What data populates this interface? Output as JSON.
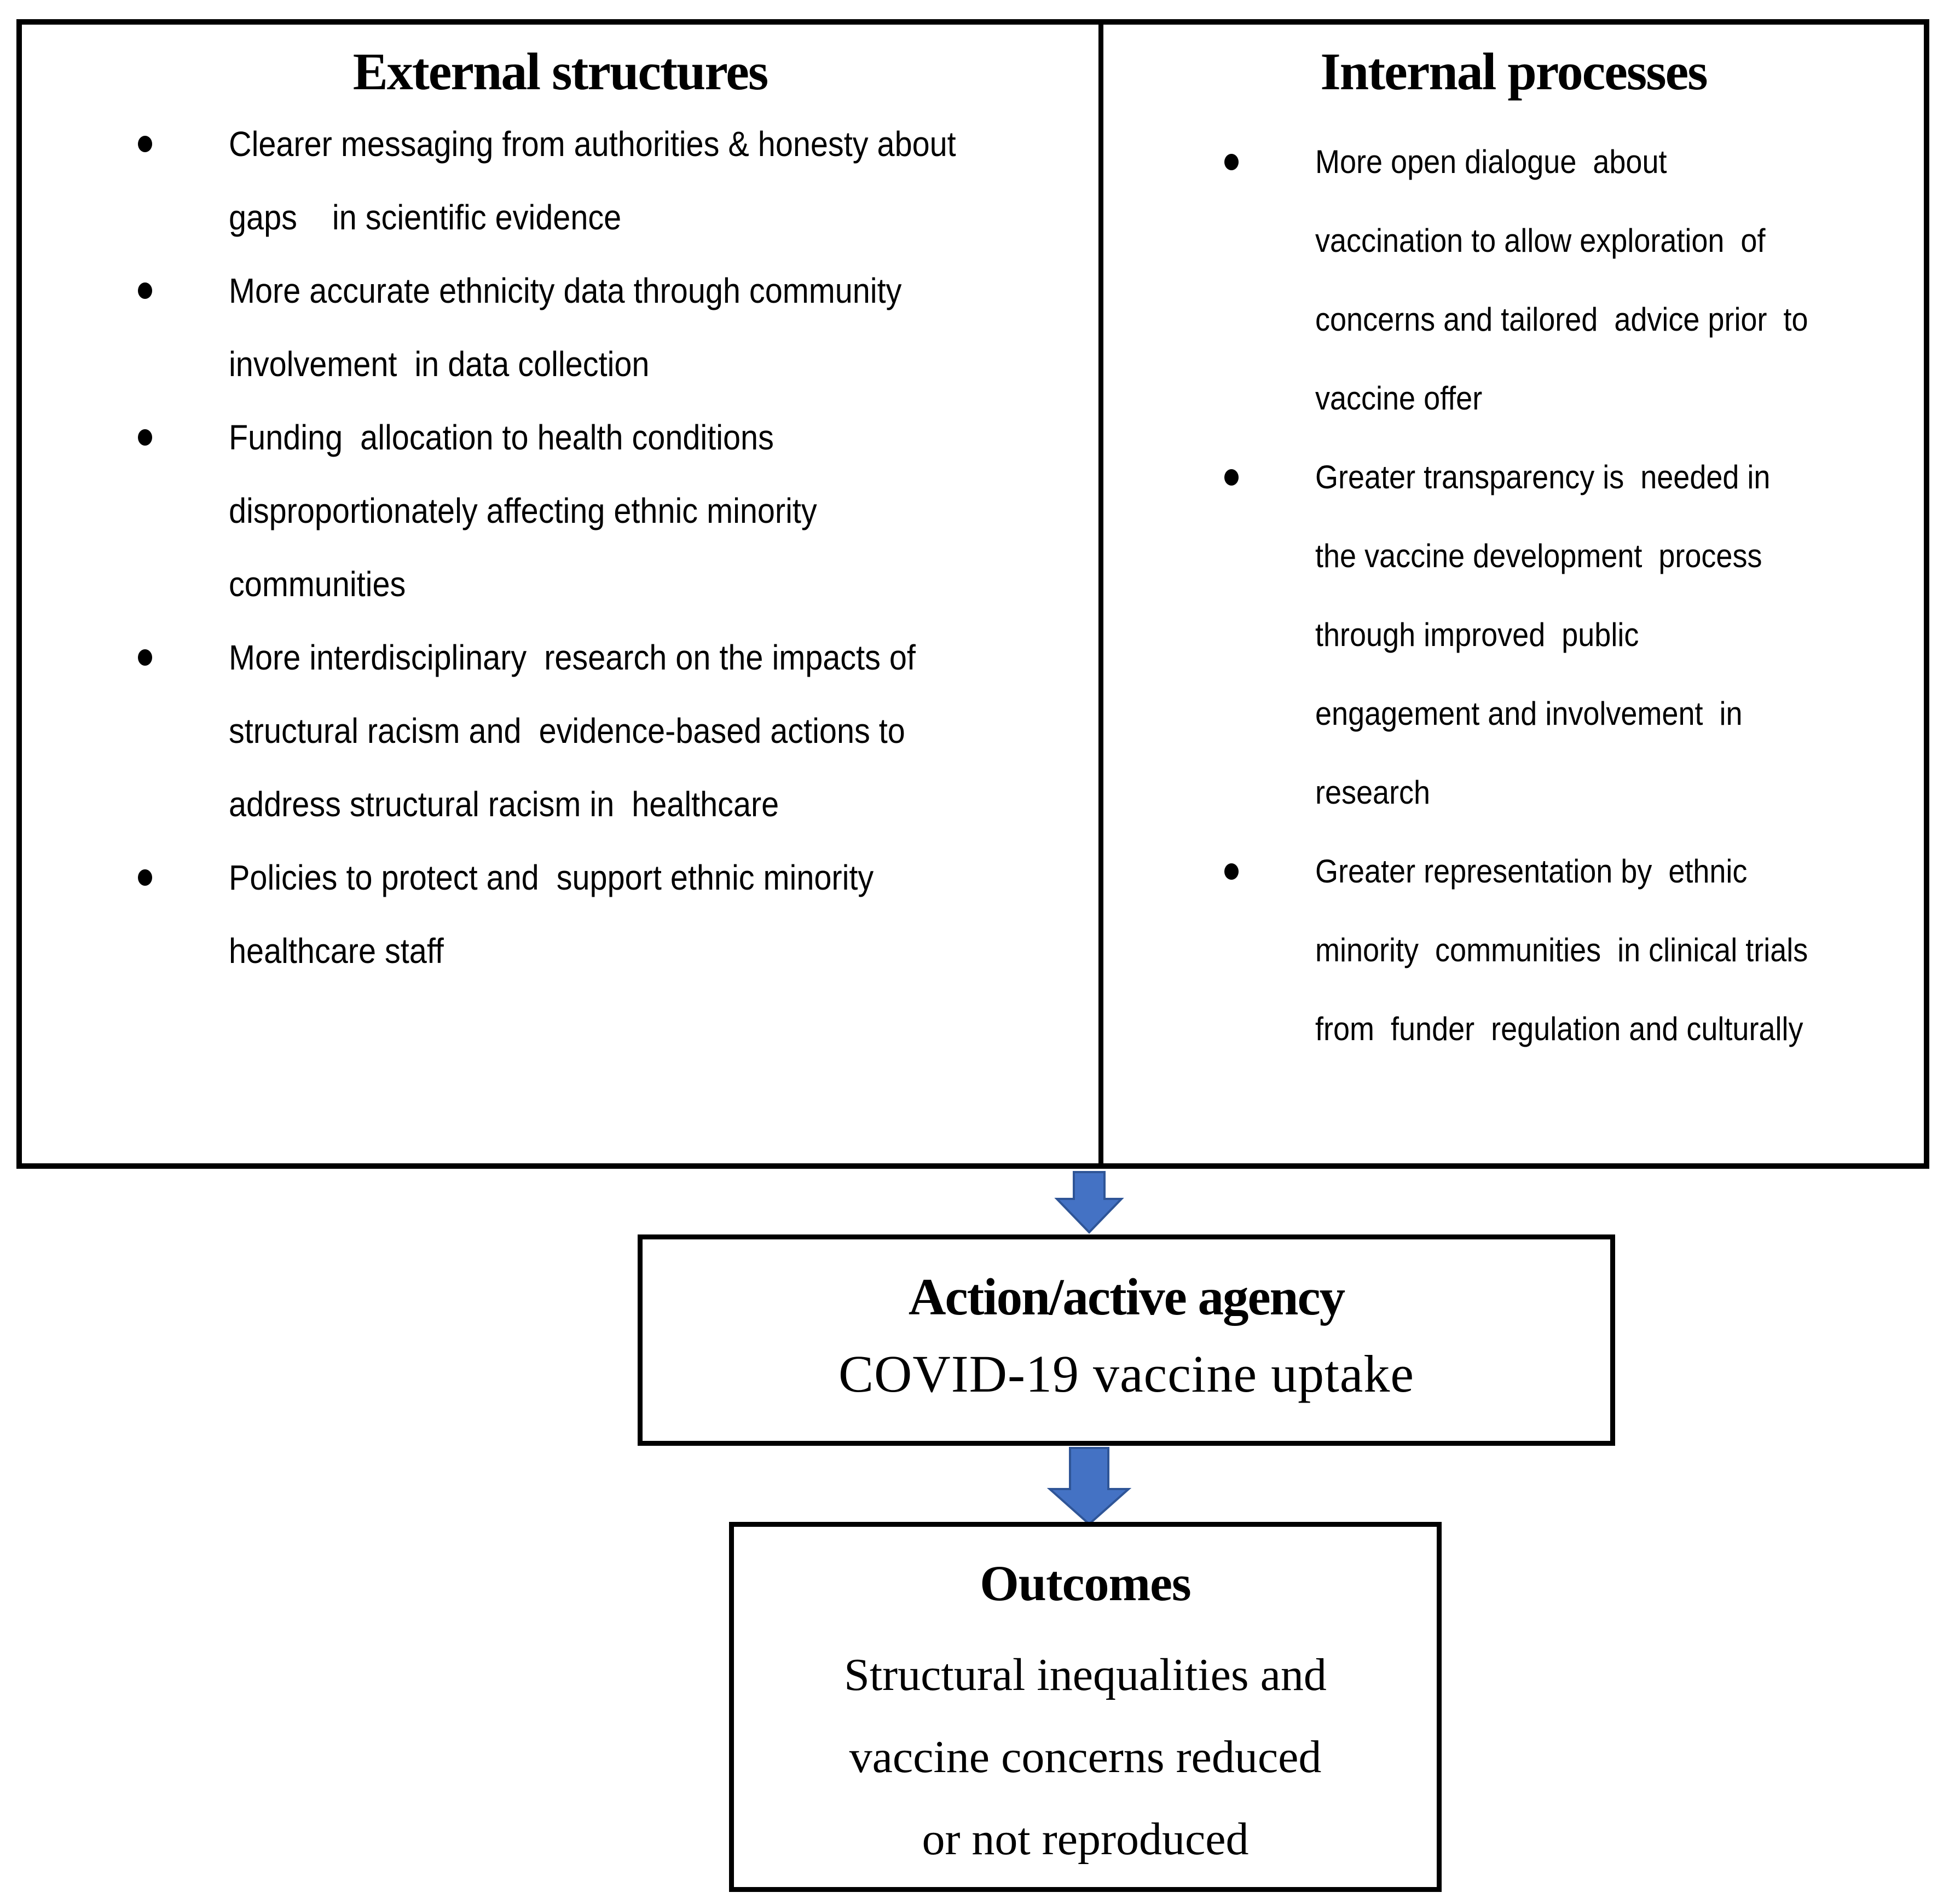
{
  "colors": {
    "arrow_fill": "#4472C4",
    "arrow_stroke": "#2F5597",
    "border": "#000000",
    "background": "#FFFFFF"
  },
  "external": {
    "title": "External structures",
    "bullets": [
      {
        "lines": [
          "Clearer messaging from authorities & honesty about",
          "gaps    in scientific evidence"
        ]
      },
      {
        "lines": [
          "More accurate ethnicity data through community",
          "involvement  in data collection"
        ]
      },
      {
        "lines": [
          "Funding  allocation to health conditions",
          "disproportionately affecting ethnic minority",
          "communities"
        ]
      },
      {
        "lines": [
          "More interdisciplinary  research on the impacts of",
          "structural racism and  evidence-based actions to",
          "address structural racism in  healthcare"
        ]
      },
      {
        "lines": [
          "Policies to protect and  support ethnic minority",
          "healthcare staff"
        ]
      }
    ]
  },
  "internal": {
    "title": "Internal processes",
    "bullets": [
      {
        "lines": [
          "More open dialogue  about",
          "vaccination to allow exploration  of",
          "concerns and tailored  advice prior  to",
          "vaccine offer"
        ]
      },
      {
        "lines": [
          "Greater transparency is  needed in",
          "the vaccine development  process",
          "through improved  public",
          "engagement and involvement  in",
          "research"
        ]
      },
      {
        "lines": [
          "Greater representation by  ethnic",
          "minority  communities  in clinical trials",
          "from  funder  regulation and culturally"
        ]
      }
    ]
  },
  "action": {
    "title": "Action/active agency",
    "subtitle": "COVID-19 vaccine uptake"
  },
  "outcomes": {
    "title": "Outcomes",
    "lines": [
      "Structural inequalities and",
      "vaccine concerns reduced",
      "or not reproduced"
    ]
  }
}
